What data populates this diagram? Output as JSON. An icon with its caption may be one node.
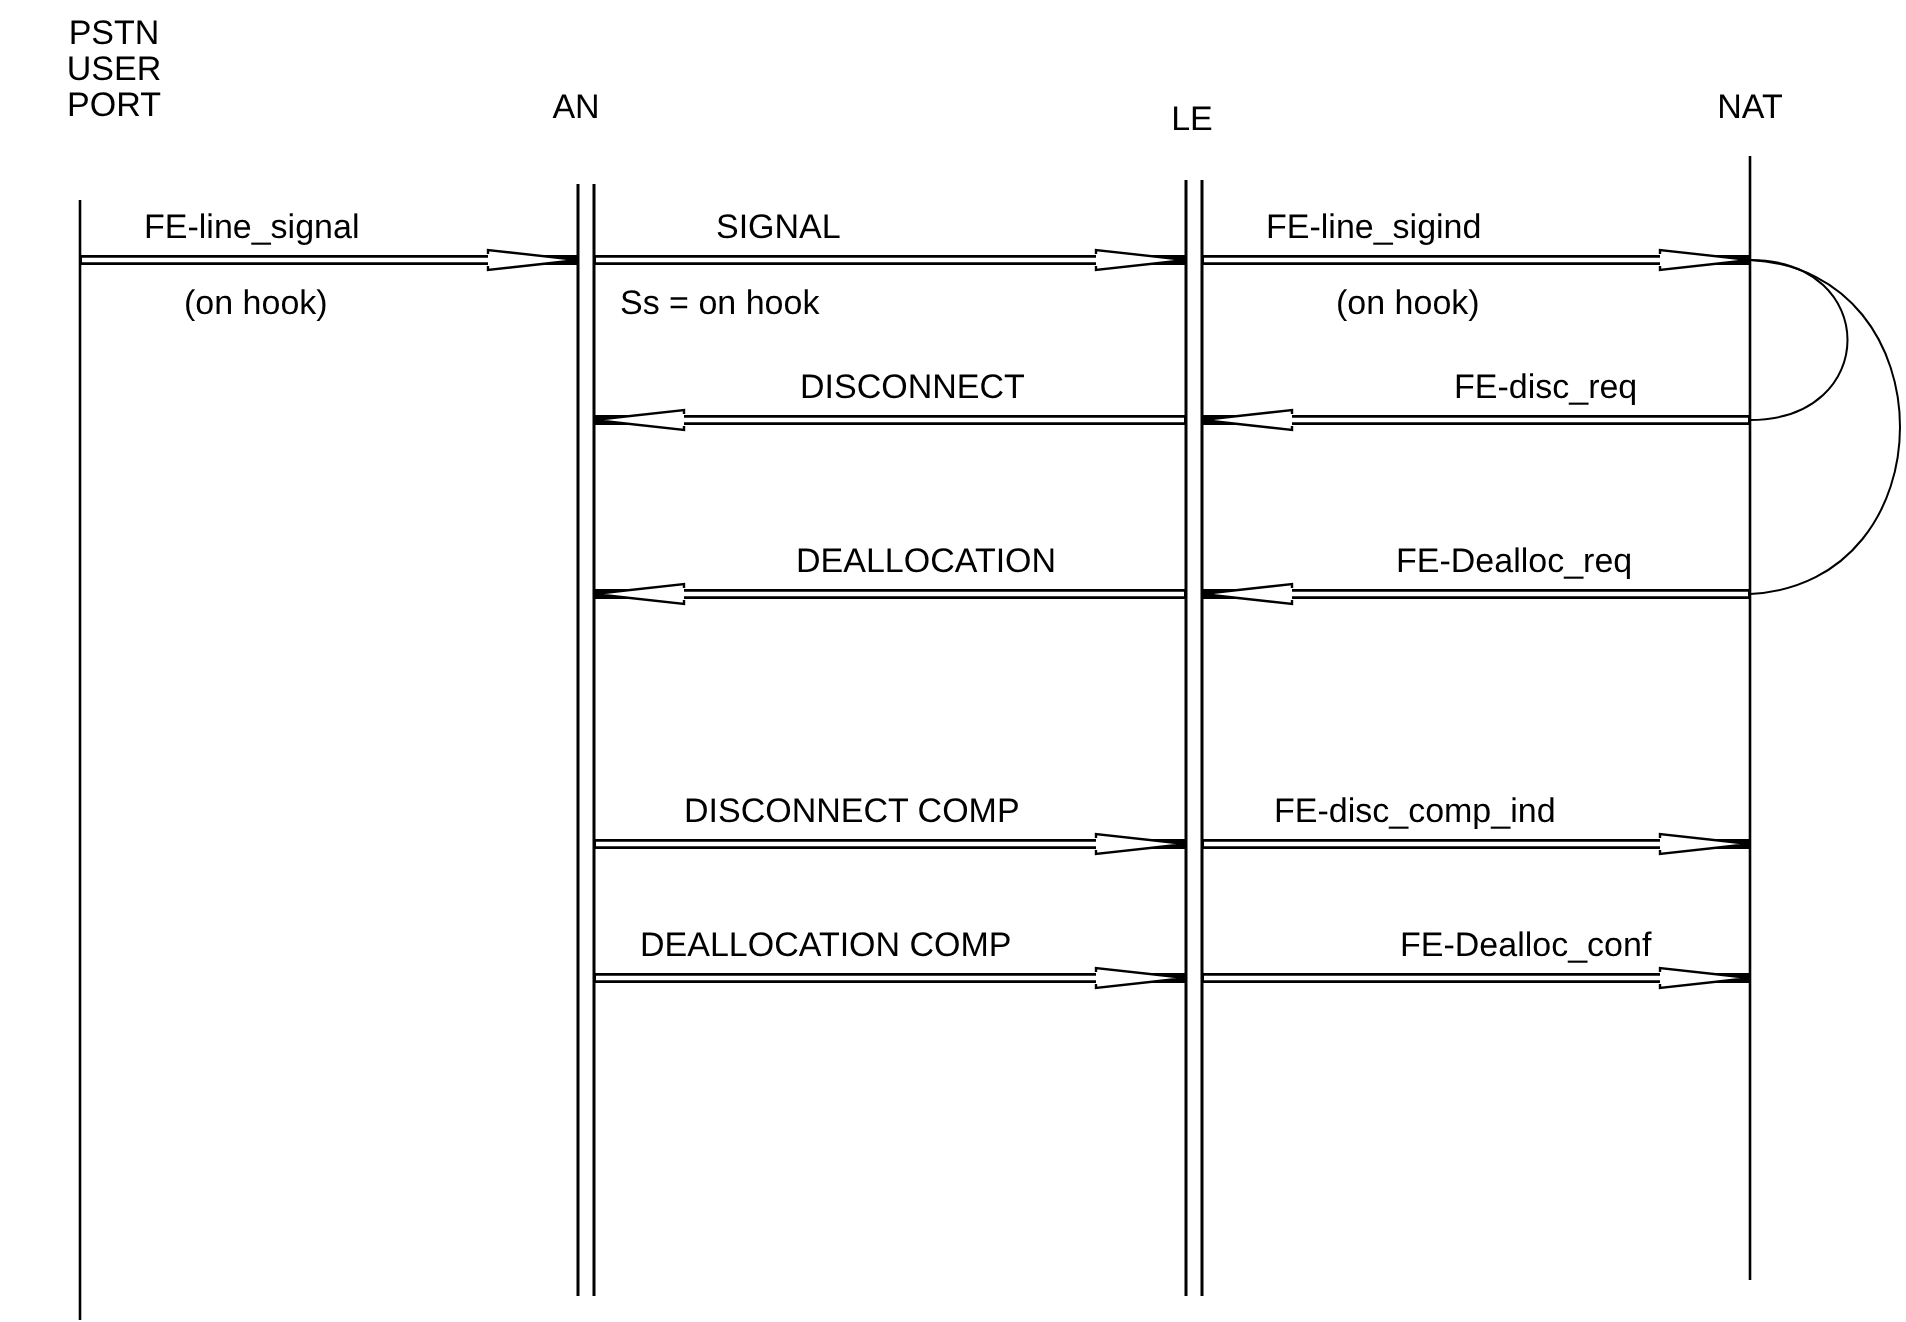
{
  "diagram": {
    "nodes": [
      {
        "text": [
          "PSTN USER PORT"
        ]
      },
      {
        "text": [
          "AN"
        ]
      },
      {
        "text": [
          "LE"
        ]
      },
      {
        "text": [
          "NAT"
        ]
      }
    ],
    "edges": [
      {
        "from": 0,
        "to": 1,
        "arrow": "to",
        "label": "FE-line_signal"
      },
      {
        "from": 1,
        "to": 2,
        "arrow": "to",
        "label": "SIGNAL"
      },
      {
        "from": 2,
        "to": 3,
        "arrow": "to",
        "label": "FE-line_sigind"
      },
      {
        "from": 2,
        "to": 1,
        "arrow": "to",
        "label": "DISCONNECT"
      },
      {
        "from": 3,
        "to": 2,
        "arrow": "to",
        "label": "FE-disc_req"
      },
      {
        "from": 2,
        "to": 1,
        "arrow": "to",
        "label": "DEALLOCATION"
      },
      {
        "from": 3,
        "to": 2,
        "arrow": "to",
        "label": "FE-Dealloc_req"
      },
      {
        "from": 1,
        "to": 2,
        "arrow": "to",
        "label": "DISCONNECT COMP"
      },
      {
        "from": 2,
        "to": 3,
        "arrow": "to",
        "label": "FE-disc_comp_ind"
      },
      {
        "from": 1,
        "to": 2,
        "arrow": "to",
        "label": "DEALLOCATION COMP"
      },
      {
        "from": 2,
        "to": 3,
        "arrow": "to",
        "label": "FE-Dealloc_conf"
      }
    ],
    "labels": [
      "(on hook)",
      "Ss = on hook",
      "(on hook)"
    ]
  }
}
